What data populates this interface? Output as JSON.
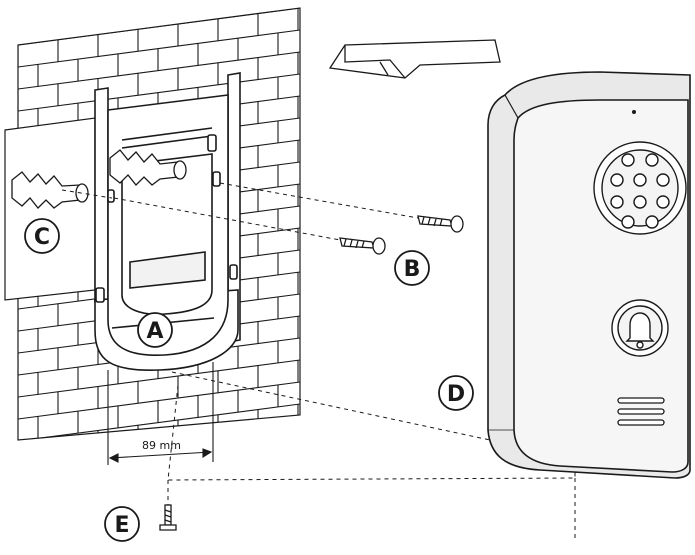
{
  "labels": {
    "a": "A",
    "b": "B",
    "c": "C",
    "d": "D",
    "e": "E"
  },
  "dimension": "89 mm",
  "colors": {
    "line": "#1a1a1a",
    "shade": "#e9e9e9",
    "device_face": "#f6f6f6"
  }
}
